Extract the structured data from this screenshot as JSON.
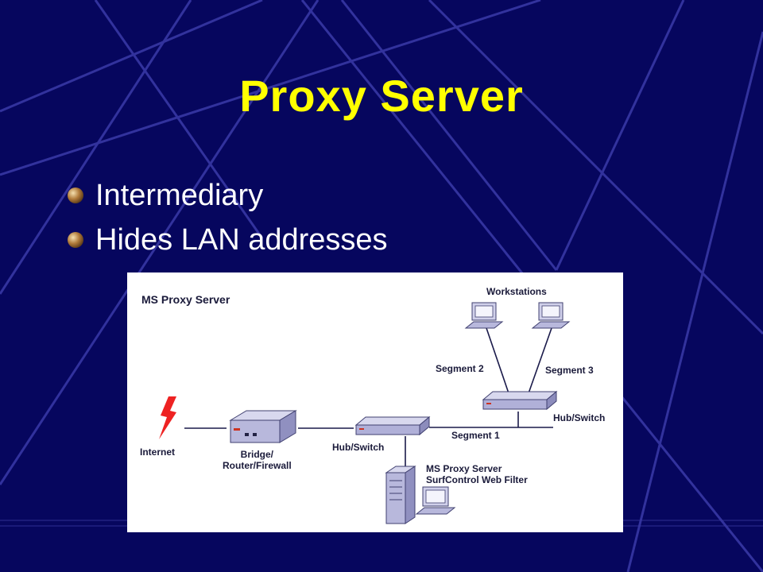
{
  "slide": {
    "title": "Proxy Server",
    "bullets": [
      "Intermediary",
      "Hides LAN addresses"
    ]
  },
  "diagram": {
    "title": "MS Proxy Server",
    "workstations_label": "Workstations",
    "segment2_label": "Segment 2",
    "segment3_label": "Segment 3",
    "hub_switch_right_label": "Hub/Switch",
    "segment1_label": "Segment 1",
    "hub_switch_center_label": "Hub/Switch",
    "internet_label": "Internet",
    "bridge_label_line1": "Bridge/",
    "bridge_label_line2": "Router/Firewall",
    "proxy_label_line1": "MS Proxy Server",
    "proxy_label_line2": "SurfControl Web Filter"
  },
  "colors": {
    "background": "#06065e",
    "title": "#ffff00",
    "bullet_text": "#ffffff",
    "line_art": "#1a1a4a",
    "lightning": "#ee2222"
  }
}
